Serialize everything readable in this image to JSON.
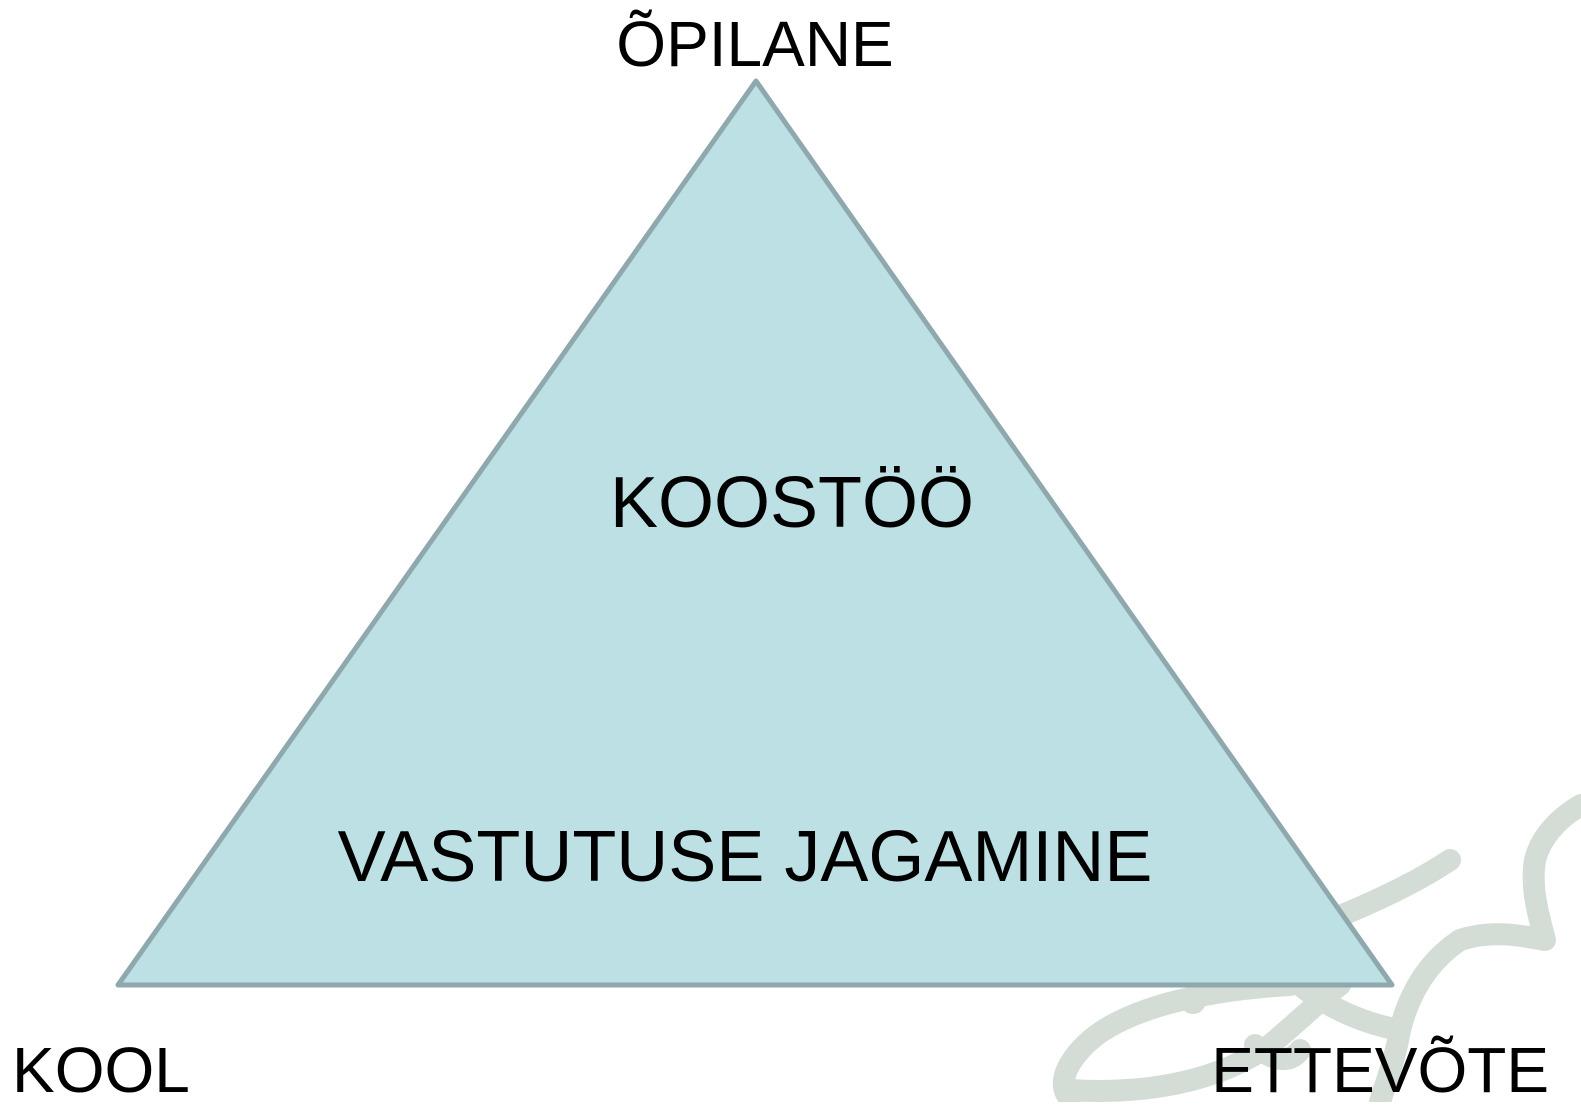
{
  "colors": {
    "triangle_fill": "#bde0e4",
    "triangle_stroke": "#8fa8ad",
    "decoration": "#d3ddd6",
    "text": "#000000"
  },
  "diagram": {
    "vertices": {
      "top": "ÕPILANE",
      "bottom_left": "KOOL",
      "bottom_right": "ETTEVÕTE"
    },
    "inner": {
      "upper": "KOOSTÖÖ",
      "lower": "VASTUTUSE JAGAMINE"
    }
  }
}
